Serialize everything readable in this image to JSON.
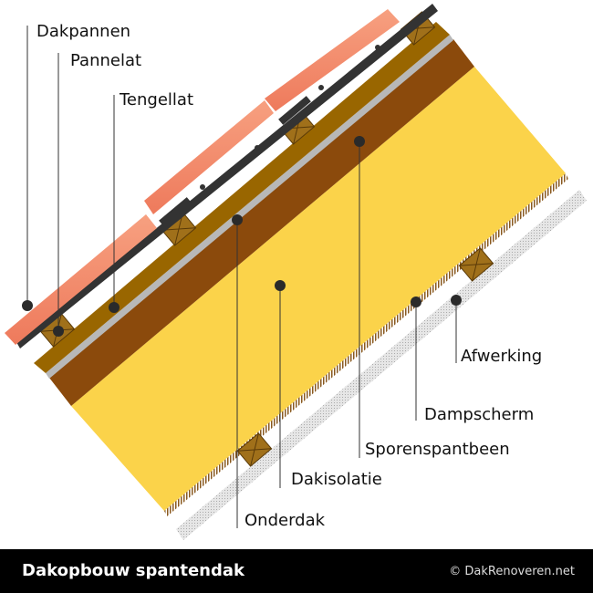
{
  "labels": {
    "dakpannen": "Dakpannen",
    "pannelat": "Pannelat",
    "tengellat": "Tengellat",
    "afwerking": "Afwerking",
    "dampscherm": "Dampscherm",
    "sporenspantbeen": "Sporenspantbeen",
    "dakisolatie": "Dakisolatie",
    "onderdak": "Onderdak"
  },
  "footer": {
    "title": "Dakopbouw spantendak",
    "copyright": "© DakRenoveren.net"
  },
  "colors": {
    "tile": "#f4886a",
    "batten_band": "#996600",
    "rafter": "#8b4a0c",
    "insulation": "#fbd34a",
    "batten": "#a0701a",
    "footer_bg": "#000000"
  }
}
